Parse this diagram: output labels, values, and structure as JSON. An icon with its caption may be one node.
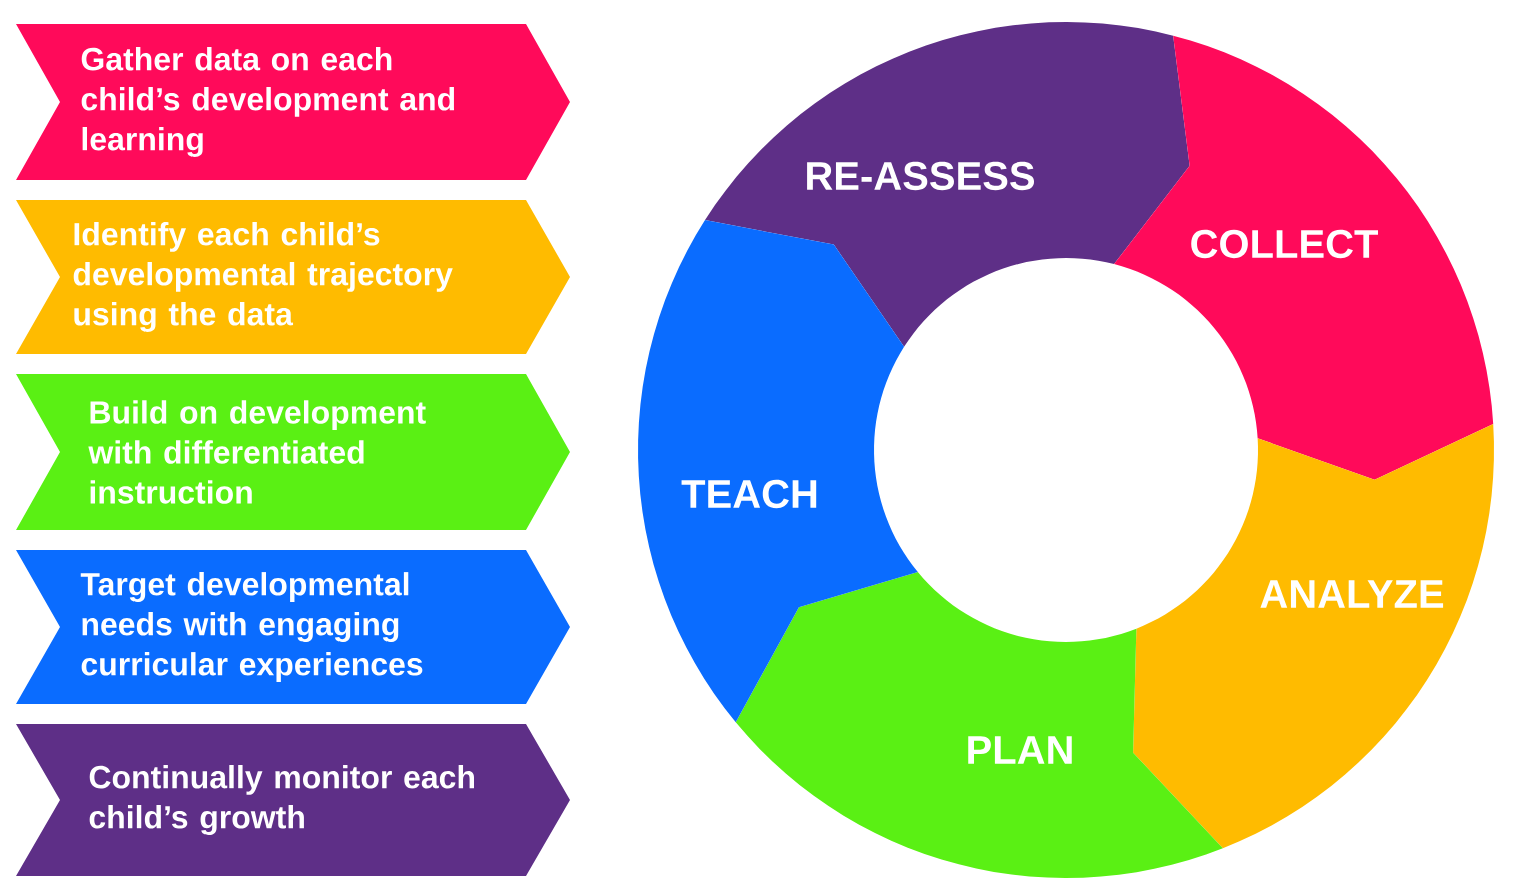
{
  "diagram": {
    "nodes": [
      {
        "text": [
          "Gather data on each child’s development and learning"
        ]
      },
      {
        "text": [
          "Identify each child’s developmental trajectory using the data"
        ]
      },
      {
        "text": [
          "Build on development with differentiated instruction"
        ]
      },
      {
        "text": [
          "Target developmental needs with engaging curricular experiences"
        ]
      },
      {
        "text": [
          "Continually monitor each child’s growth"
        ]
      },
      {
        "text": [
          "RE-ASSESS"
        ]
      },
      {
        "text": [
          "COLLECT"
        ]
      },
      {
        "text": [
          "ANALYZE"
        ]
      },
      {
        "text": [
          "PLAN"
        ]
      },
      {
        "text": [
          "TEACH"
        ]
      }
    ]
  }
}
